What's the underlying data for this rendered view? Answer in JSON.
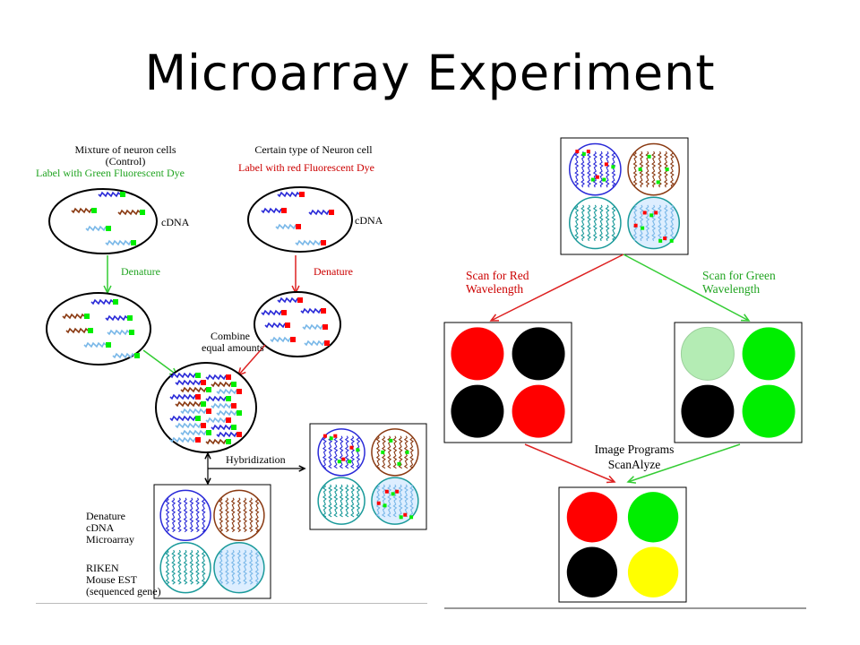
{
  "slide": {
    "title": "Microarray Experiment"
  },
  "left": {
    "control_title": "Mixture of neuron cells",
    "control_sub": "(Control)",
    "control_dye": "Label with Green Fluorescent Dye",
    "sample_title": "Certain type of Neuron cell",
    "sample_dye": "Label with red Fluorescent Dye",
    "cdna_label": "cDNA",
    "denature_label": "Denature",
    "combine_line1": "Combine",
    "combine_line2": "equal amounts",
    "hybridization_label": "Hybridization",
    "array_line1": "Denature",
    "array_line2": "cDNA",
    "array_line3": "Microarray",
    "source_line1": "RIKEN",
    "source_line2": "Mouse EST",
    "source_line3": "(sequenced gene)"
  },
  "right": {
    "scan_red_line1": "Scan for Red",
    "scan_red_line2": "Wavelength",
    "scan_green_line1": "Scan for Green",
    "scan_green_line2": "Wavelength",
    "program_line1": "Image Programs",
    "program_line2": "ScanAlyze"
  },
  "colors": {
    "red": "#ff0000",
    "green": "#00ee00",
    "pale_green": "#b4ecb4",
    "black": "#000000",
    "yellow": "#ffff00",
    "dna_blue": "#2a2ad8",
    "dna_brown": "#8a3a12",
    "dna_teal": "#1a9a9a",
    "dna_lightblue": "#7ab8e8",
    "arrow_red": "#dd2222",
    "arrow_green": "#33cc33"
  }
}
